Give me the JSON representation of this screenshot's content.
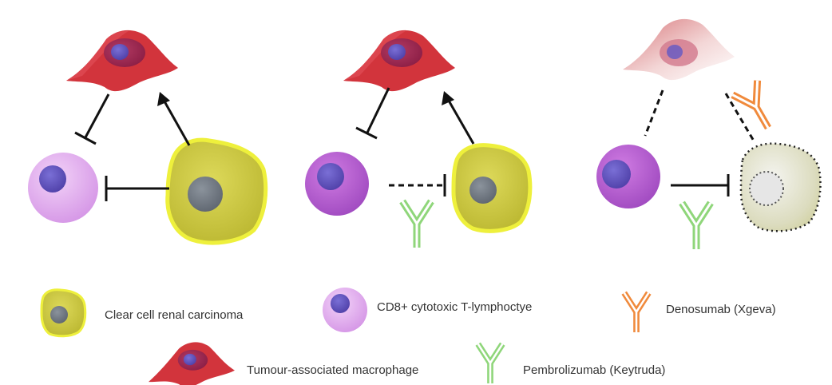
{
  "colors": {
    "macrophage": "#d2343c",
    "macrophage_dark": "#a8232b",
    "macrophage_nucleus": "#8f1f4a",
    "nucleus_core": "#5d4fb4",
    "tcell": "#b55fcf",
    "tcell_light": "#e3b0ef",
    "carcinoma": "#d2cf3f",
    "carcinoma_border": "#eef03c",
    "carcinoma_nucleus": "#707680",
    "pembrolizumab": "#8fd67a",
    "denosumab": "#f08a3c",
    "line": "#111111"
  },
  "legend": {
    "clear_cell": "Clear cell renal carcinoma",
    "tcell": "CD8+ cytotoxic T-lymphoctye",
    "denosumab": "Denosumab (Xgeva)",
    "macrophage": "Tumour-associated macrophage",
    "pembrolizumab": "Pembrolizumab (Keytruda)"
  }
}
